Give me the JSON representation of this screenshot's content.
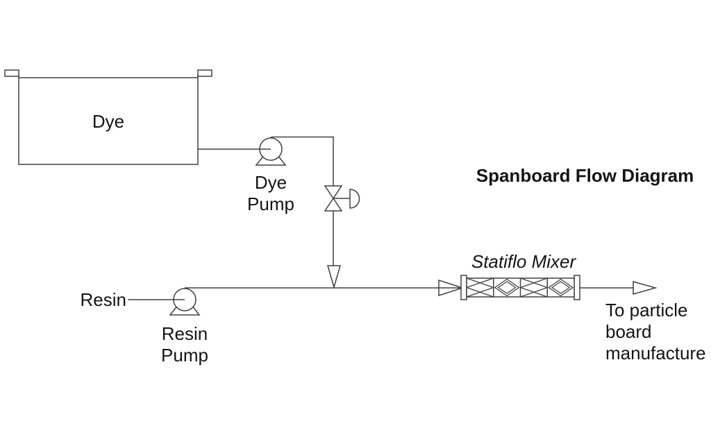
{
  "diagram": {
    "title": "Spanboard Flow Diagram",
    "tank": {
      "label": "Dye",
      "symbol": "open-top-tank"
    },
    "dye_pump": {
      "label_line1": "Dye",
      "label_line2": "Pump",
      "symbol": "centrifugal-pump"
    },
    "dye_valve": {
      "symbol": "control-valve-with-diaphragm-actuator"
    },
    "resin_feed": {
      "label": "Resin"
    },
    "resin_pump": {
      "label_line1": "Resin",
      "label_line2": "Pump",
      "symbol": "centrifugal-pump"
    },
    "mixer": {
      "label": "Statiflo Mixer",
      "symbol": "static-mixer-4-elements"
    },
    "outlet": {
      "note_line1": "To particle",
      "note_line2": "board",
      "note_line3": "manufacture",
      "symbol": "hollow-flow-arrow"
    }
  },
  "colors": {
    "line": "#404040",
    "text": "#141414",
    "background": "#ffffff"
  }
}
